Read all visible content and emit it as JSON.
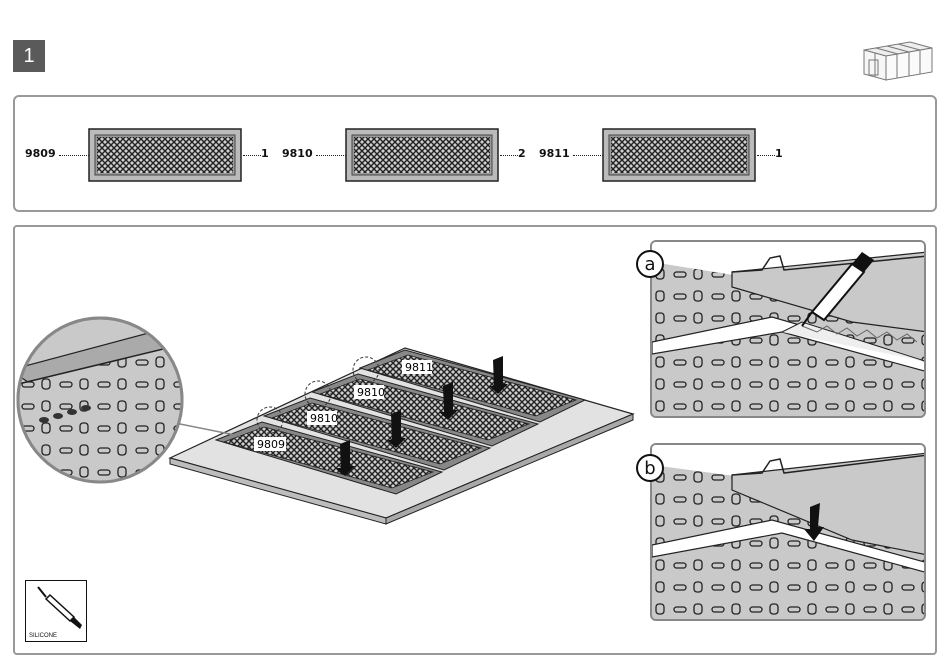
{
  "step": {
    "number": "1"
  },
  "parts": [
    {
      "code": "9809",
      "qty": "1"
    },
    {
      "code": "9810",
      "qty": "2"
    },
    {
      "code": "9811",
      "qty": "1"
    }
  ],
  "assembly": {
    "plate_labels": [
      "9809",
      "9810",
      "9810",
      "9811"
    ],
    "detail_letters": [
      "a",
      "b"
    ]
  },
  "tool": {
    "label": "SILICONE"
  }
}
